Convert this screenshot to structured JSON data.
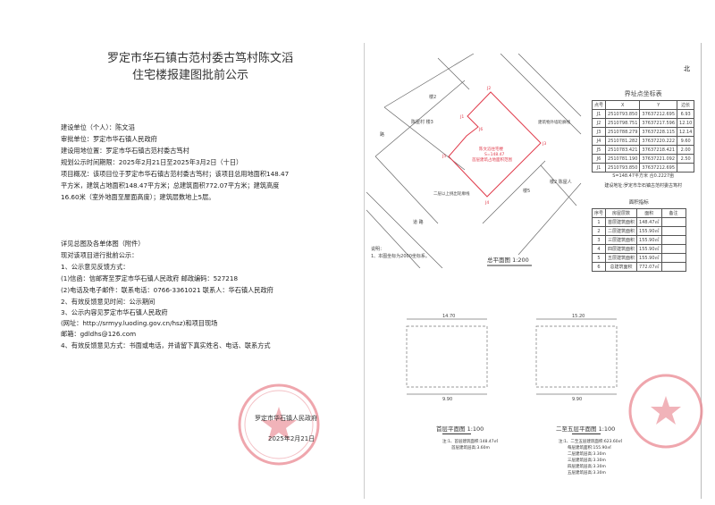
{
  "notice": {
    "title_line1": "罗定市华石镇古范村委古笃村陈文滔",
    "title_line2": "住宅楼报建图批前公示",
    "info": [
      "建设单位（个人）：陈文滔",
      "审批单位：罗定市华石镇人民政府",
      "建设用地位置：罗定市华石镇古范村委古笃村",
      "规划公示时间期限：2025年2月21日至2025年3月2日（十日）",
      "项目概况：该项目位于罗定市华石镇古范村委古笃村；该项目总用地面积148.47",
      "平方米，建筑占地面积148.47平方米；总建筑面积772.07平方米；建筑高度",
      "16.60米（室外地面至屋面高度）；建筑层数地上5层。"
    ],
    "feedback": [
      "详见总图及各单体图（附件）",
      "现对该项目进行批前公示：",
      "1、公示意见反馈方式：",
      "(1)信函：信邮寄至罗定市华石镇人民政府        邮政编码：527218",
      "(2)电话及电子邮件：联系电话：0766-3361021  联系人：华石镇人民政府",
      "2、有效反馈意见时间：公示期间",
      "3、公示内容见罗定市华石镇人民政府",
      "(网址：http://srmyy.luoding.gov.cn/hsz)和项目现场",
      "邮箱：gdldhs@126.com",
      "4、有效反馈意见方式：书面或电话，并请留下真实姓名、电话、联系方式"
    ],
    "issuer": "罗定市华石镇人民政府",
    "date": "2025年2月21日",
    "stamp_text": "罗定市华石镇人民政府"
  },
  "drawing": {
    "north": "北",
    "coord_table": {
      "title": "界址点坐标表",
      "headers": [
        "点号",
        "X",
        "Y",
        "边长"
      ],
      "rows": [
        [
          "J1",
          "2510793.850",
          "37637212.695"
        ],
        [
          "J2",
          "2510798.751",
          "37637217.596"
        ],
        [
          "J3",
          "2510788.279",
          "37637228.115"
        ],
        [
          "J4",
          "2510781.282",
          "37637220.222"
        ],
        [
          "J5",
          "2510783.421",
          "37637218.421"
        ],
        [
          "J6",
          "2510781.190",
          "37637221.092"
        ],
        [
          "J1",
          "2510793.850",
          "37637212.695"
        ]
      ],
      "lengths": [
        "6.93",
        "12.10",
        "12.14",
        "9.60",
        "2.00",
        "2.50"
      ],
      "area": "S=148.47平方米 合0.2227亩",
      "address": "建设地址:罗定市华石镇古范村委古笃村"
    },
    "area_table": {
      "title": "面积指标",
      "headers": [
        "序号",
        "房屋层数",
        "面积",
        "备注"
      ],
      "rows": [
        [
          "1",
          "首层建筑面积",
          "148.47㎡"
        ],
        [
          "2",
          "二层建筑面积",
          "155.90㎡"
        ],
        [
          "3",
          "三层建筑面积",
          "155.90㎡"
        ],
        [
          "4",
          "四层建筑面积",
          "155.90㎡"
        ],
        [
          "5",
          "五层建筑面积",
          "155.90㎡"
        ],
        [
          "6",
          "总建筑面积",
          "772.07㎡"
        ]
      ]
    },
    "site_plan": {
      "labels": [
        "路",
        "陈屋村 楼3",
        "楼2",
        "路",
        "道 路",
        "楼5",
        "楼2 陈屋人",
        "二层以上挑出轮廓线",
        "建筑物外墙轮廓线"
      ],
      "center_text": [
        "陈文滔住宅楼",
        "S=148.47",
        "首层建筑占地面积范围"
      ],
      "points": [
        "J1",
        "J2",
        "J3",
        "J4",
        "J5",
        "J6"
      ],
      "notes_title": "说明：",
      "note": "1、本图坐标为2000坐标系。",
      "caption": "总平面图   1:200"
    },
    "floor1": {
      "caption": "首层平面图   1:100",
      "dim_top": "14.70",
      "dim_bottom": "9.90",
      "notes": [
        "注:1、首层建筑面积:148.47㎡",
        "首层建筑层高:3.60m"
      ]
    },
    "floor2": {
      "caption": "二至五层平面图   1:100",
      "dim_top": "15.20",
      "dim_bottom": "9.90",
      "notes": [
        "注:1、二至五层建筑面积:623.60㎡",
        "每层建筑面积:155.90㎡",
        "二层建筑层高:3.30m",
        "三层建筑层高:3.30m",
        "四层建筑层高:3.30m",
        "五层建筑层高:3.30m"
      ]
    }
  },
  "colors": {
    "stamp": "#e8808a",
    "redline": "#e03a4a"
  }
}
